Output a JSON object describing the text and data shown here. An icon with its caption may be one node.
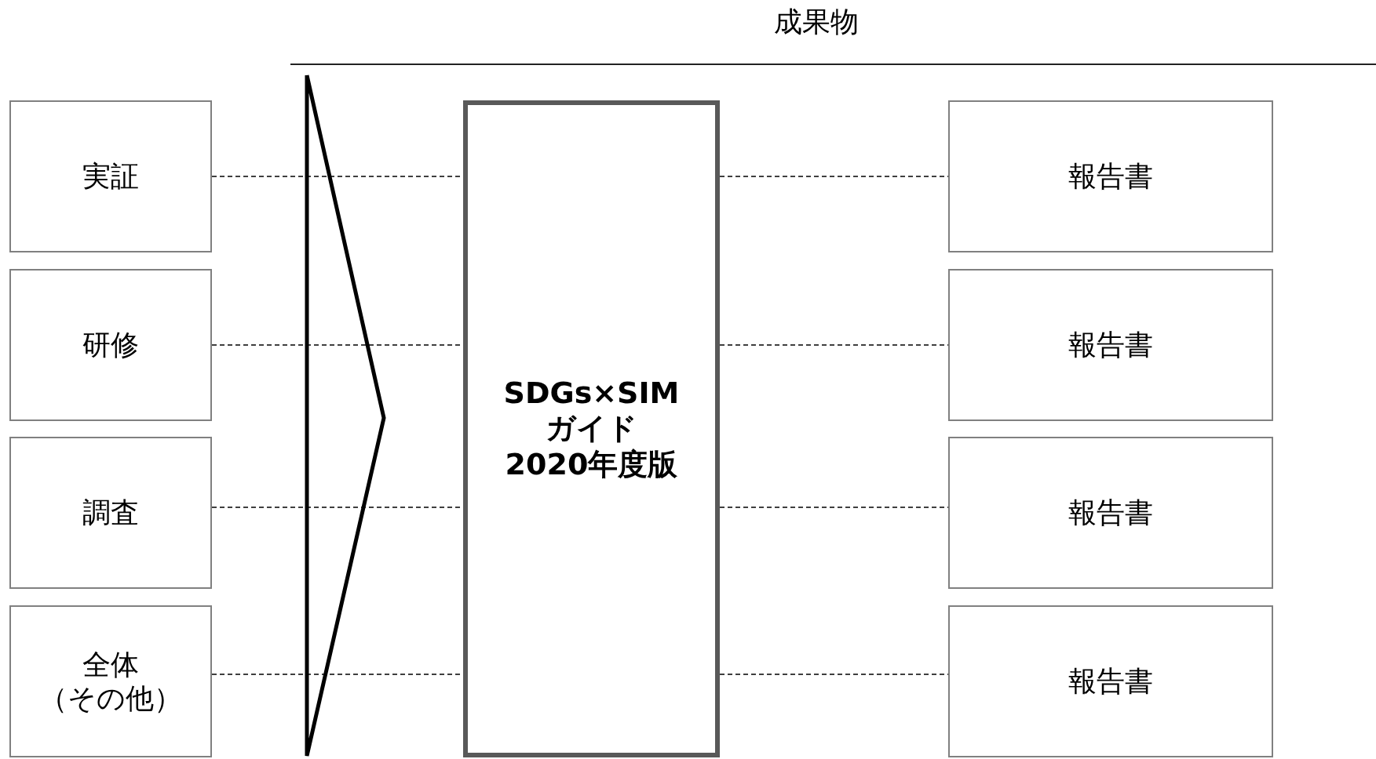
{
  "diagram": {
    "title": "成果物",
    "nodes": [
      {
        "text": [
          "実証"
        ]
      },
      {
        "text": [
          "研修"
        ]
      },
      {
        "text": [
          "調査"
        ]
      },
      {
        "text": [
          "全体（その他）"
        ]
      },
      {
        "text": [
          "SDGs×SIM ガイド 2020年度版"
        ]
      },
      {
        "text": [
          "報告書"
        ]
      },
      {
        "text": [
          "報告書"
        ]
      },
      {
        "text": [
          "報告書"
        ]
      },
      {
        "text": [
          "報告書"
        ]
      }
    ],
    "edges": [
      {
        "from": 0,
        "to": 4,
        "arrow": "none",
        "style": "dashed"
      },
      {
        "from": 1,
        "to": 4,
        "arrow": "none",
        "style": "dashed"
      },
      {
        "from": 2,
        "to": 4,
        "arrow": "none",
        "style": "dashed"
      },
      {
        "from": 3,
        "to": 4,
        "arrow": "none",
        "style": "dashed"
      },
      {
        "from": 4,
        "to": 5,
        "arrow": "none",
        "style": "dashed"
      },
      {
        "from": 4,
        "to": 6,
        "arrow": "none",
        "style": "dashed"
      },
      {
        "from": 4,
        "to": 7,
        "arrow": "none",
        "style": "dashed"
      },
      {
        "from": 4,
        "to": 8,
        "arrow": "none",
        "style": "dashed"
      }
    ]
  }
}
